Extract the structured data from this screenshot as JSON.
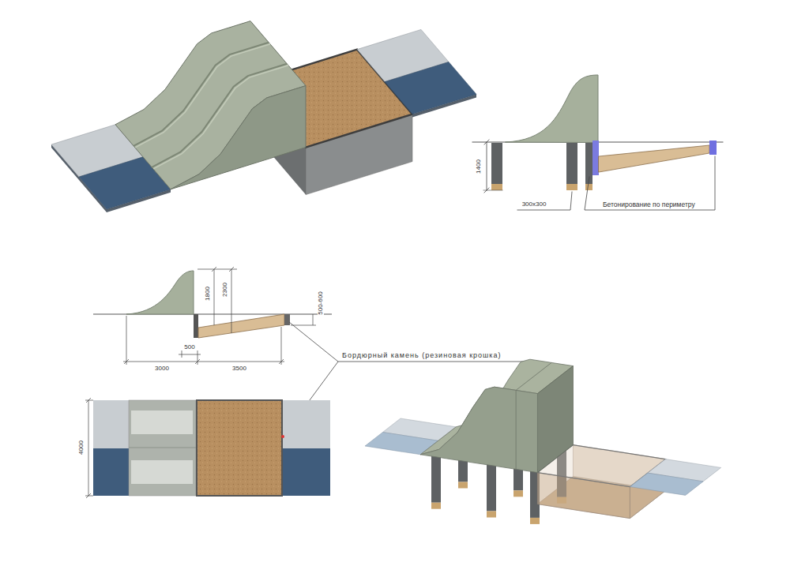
{
  "diagram": {
    "labels": [
      "1400",
      "300x300",
      "Бетонирование по периметру",
      "1800",
      "2300",
      "500-600",
      "500",
      "3000",
      "3500",
      "Бордюрный камень (резиновая крошка)",
      "4000"
    ]
  }
}
